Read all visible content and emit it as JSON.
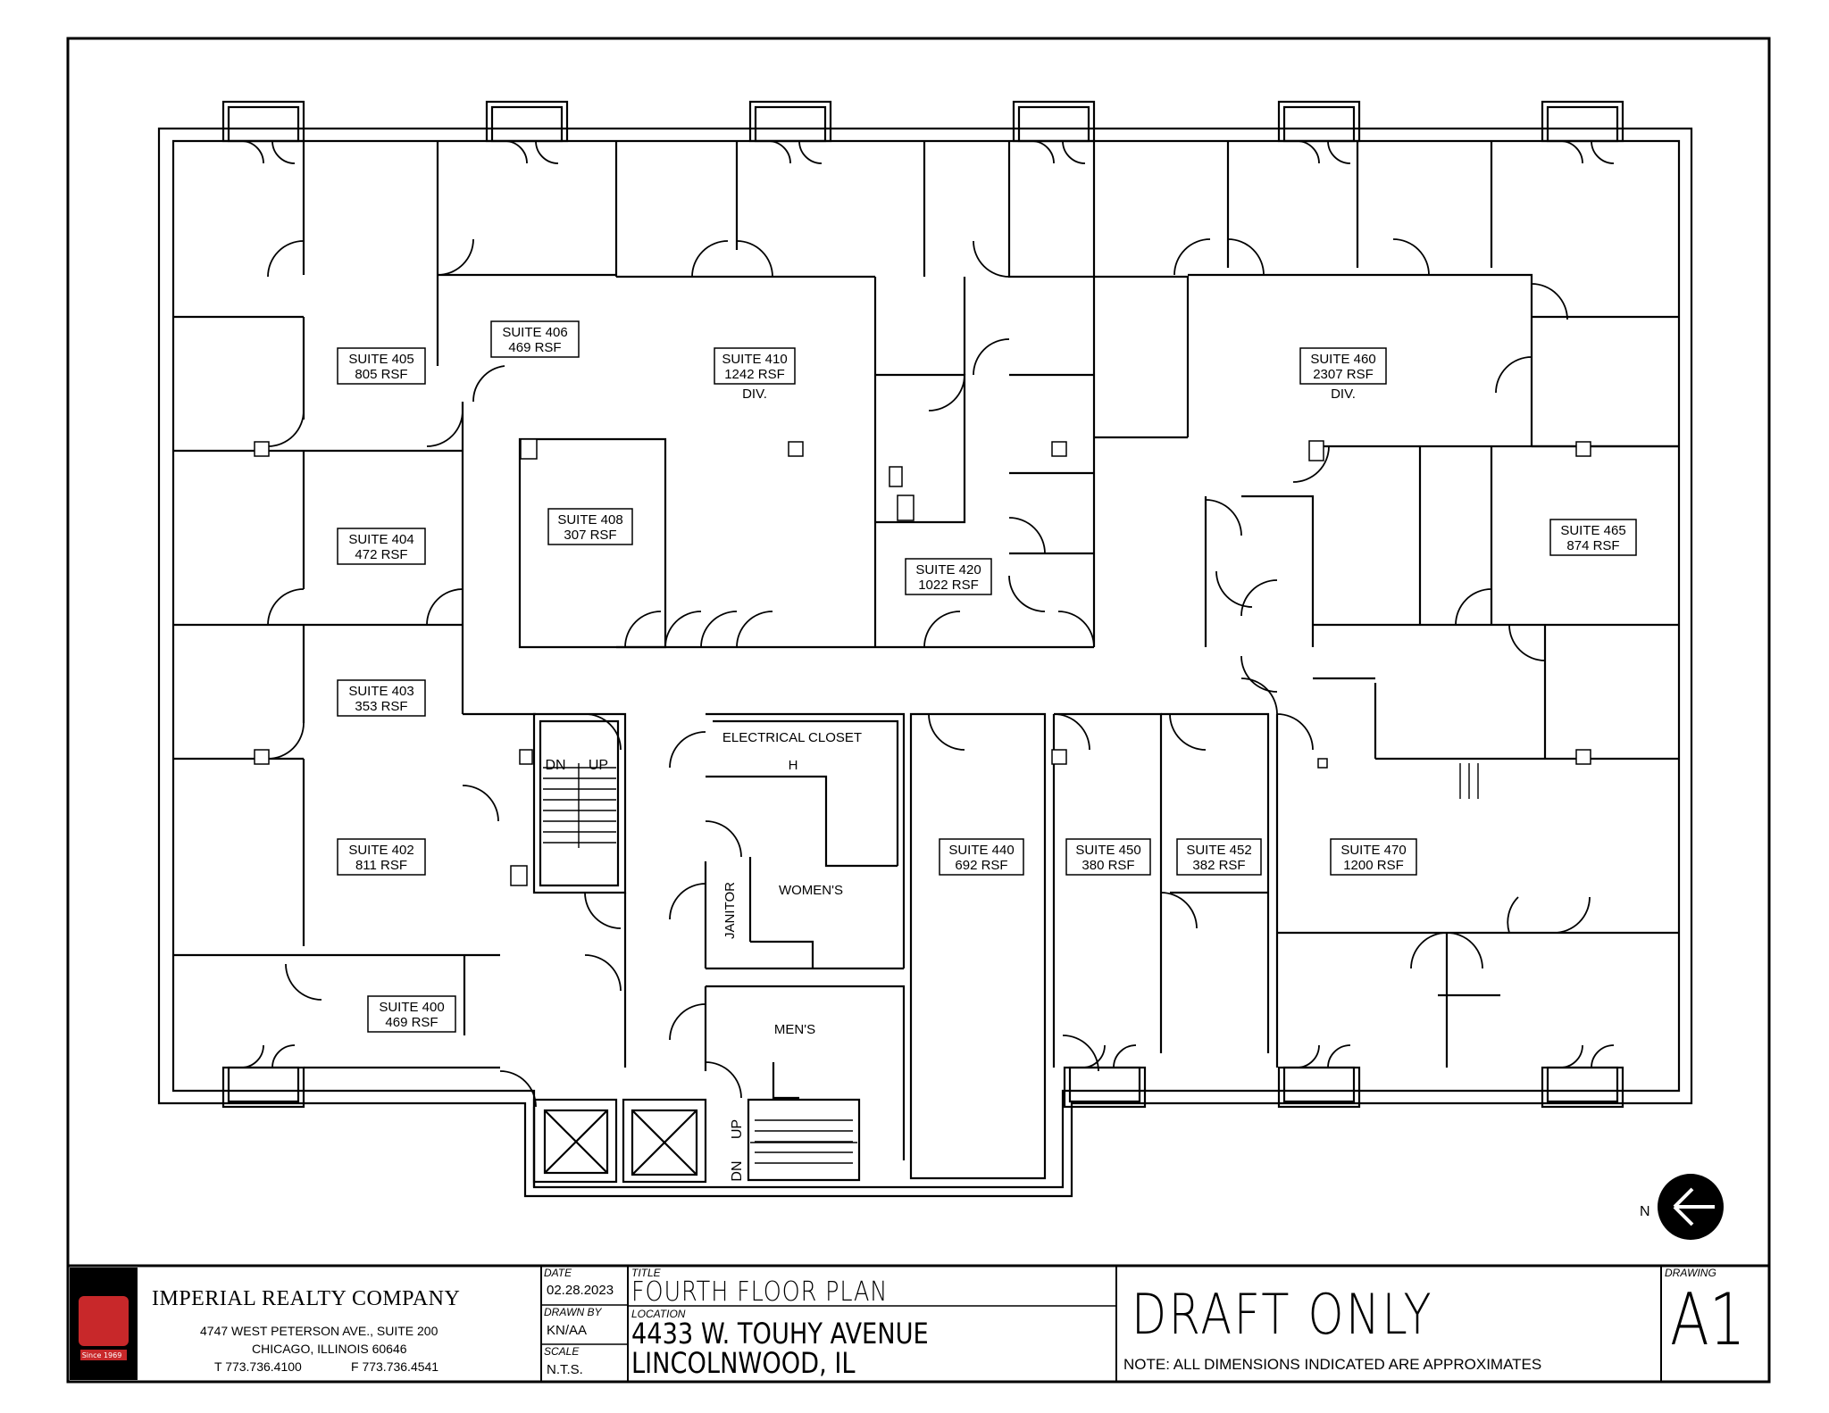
{
  "suites": [
    {
      "id": "405",
      "name": "SUITE 405",
      "area": "805 RSF"
    },
    {
      "id": "406",
      "name": "SUITE 406",
      "area": "469 RSF"
    },
    {
      "id": "410",
      "name": "SUITE 410",
      "area": "1242 RSF",
      "note": "DIV."
    },
    {
      "id": "460",
      "name": "SUITE 460",
      "area": "2307 RSF",
      "note": "DIV."
    },
    {
      "id": "404",
      "name": "SUITE 404",
      "area": "472 RSF"
    },
    {
      "id": "408",
      "name": "SUITE 408",
      "area": "307 RSF"
    },
    {
      "id": "420",
      "name": "SUITE 420",
      "area": "1022 RSF"
    },
    {
      "id": "465",
      "name": "SUITE 465",
      "area": "874 RSF"
    },
    {
      "id": "403",
      "name": "SUITE 403",
      "area": "353 RSF"
    },
    {
      "id": "402",
      "name": "SUITE 402",
      "area": "811 RSF"
    },
    {
      "id": "440",
      "name": "SUITE 440",
      "area": "692 RSF"
    },
    {
      "id": "450",
      "name": "SUITE 450",
      "area": "380 RSF"
    },
    {
      "id": "452",
      "name": "SUITE 452",
      "area": "382 RSF"
    },
    {
      "id": "470",
      "name": "SUITE 470",
      "area": "1200 RSF"
    },
    {
      "id": "400",
      "name": "SUITE 400",
      "area": "469 RSF"
    }
  ],
  "rooms": {
    "electrical": "ELECTRICAL CLOSET",
    "womens": "WOMEN'S",
    "mens": "MEN'S",
    "janitor": "JANITOR",
    "stair_dn": "DN",
    "stair_up": "UP"
  },
  "north": "N",
  "title_block": {
    "company": "IMPERIAL REALTY COMPANY",
    "address1": "4747 WEST PETERSON AVE., SUITE 200",
    "address2": "CHICAGO, ILLINOIS 60646",
    "phone": "T 773.736.4100",
    "fax": "F 773.736.4541",
    "logo_text": "Since 1969",
    "date_label": "DATE",
    "date": "02.28.2023",
    "drawn_label": "DRAWN BY",
    "drawn": "KN/AA",
    "scale_label": "SCALE",
    "scale": "N.T.S.",
    "title_label": "TITLE",
    "title": "FOURTH FLOOR PLAN",
    "location_label": "LOCATION",
    "location1": "4433 W. TOUHY AVENUE",
    "location2": "LINCOLNWOOD, IL",
    "draft": "DRAFT ONLY",
    "note": "NOTE: ALL DIMENSIONS INDICATED ARE APPROXIMATES",
    "drawing_label": "DRAWING",
    "drawing": "A1"
  }
}
